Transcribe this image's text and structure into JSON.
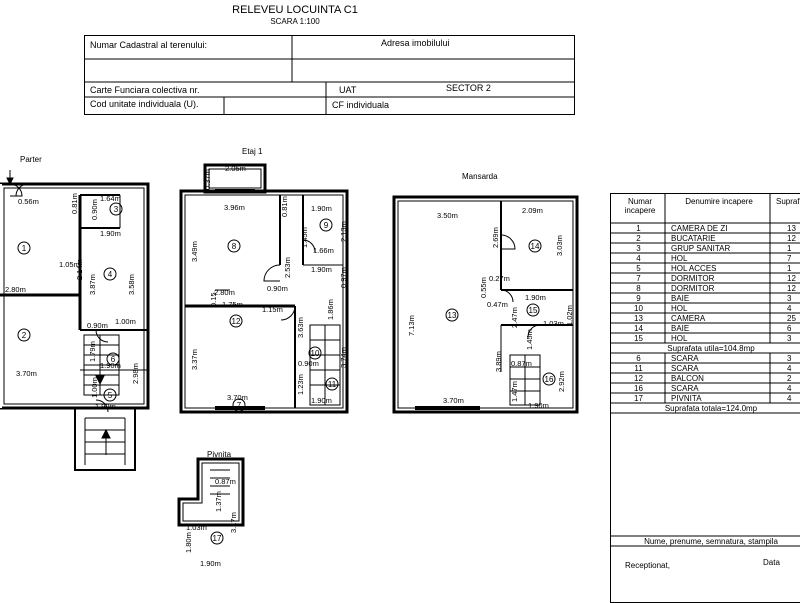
{
  "header": {
    "title": "RELEVEU LOCUINTA C1",
    "scale": "SCARA 1:100",
    "cadastral_label": "Numar Cadastral al terenului:",
    "address_label": "Adresa imobilului",
    "carte_funciara_label": "Carte Funciara colectiva nr.",
    "uat_label": "UAT",
    "sector": "SECTOR 2",
    "unit_code_label": "Cod unitate individuala (U).",
    "cf_label": "CF individuala"
  },
  "floors": {
    "parter": "Parter",
    "etaj": "Etaj  1",
    "mansarda": "Mansarda",
    "pivnita": "Pivnita"
  },
  "dims": {
    "p_056": "0.56m",
    "p_081": "0.81m",
    "p_090": "0.90m",
    "p_164": "1.64m",
    "p_190a": "1.90m",
    "p_214": "2.14m",
    "p_387": "3.87m",
    "p_358": "3.58m",
    "p_105": "1.05m",
    "p_280": "2.80m",
    "p_090b": "0.90m",
    "p_100": "1.00m",
    "p_179": "1.79m",
    "p_298": "2.98m",
    "p_370": "3.70m",
    "p_190b": "1.90m",
    "p_100b": "1.00m",
    "p_190c": "1.90m",
    "e_205": "2.05m",
    "e_037": "0.37m",
    "e_396": "3.96m",
    "e_081": "0.81m",
    "e_190a": "1.90m",
    "e_213": "2.13m",
    "e_349": "3.49m",
    "e_145": "1.45m",
    "e_253": "2.53m",
    "e_166": "1.66m",
    "e_190b": "1.90m",
    "e_097": "0.97m",
    "e_280": "2.80m",
    "e_090": "0.90m",
    "e_015": "0.15",
    "e_175": "1.75m",
    "e_115": "1.15m",
    "e_363": "3.63m",
    "e_186": "1.86m",
    "e_337": "3.37m",
    "e_090b": "0.90m",
    "e_374": "3.74m",
    "e_123": "1.23m",
    "e_370": "3.70m",
    "e_190c": "1.90m",
    "m_350": "3.50m",
    "m_209": "2.09m",
    "m_269": "2.69m",
    "m_303": "3.03m",
    "m_713": "7.13m",
    "m_055": "0.55m",
    "m_027": "0.27m",
    "m_047": "0.47m",
    "m_190": "1.90m",
    "m_247": "2.47m",
    "m_087": "0.87m",
    "m_102": "1.02m",
    "m_145": "1.45m",
    "m_389": "3.89m",
    "m_147": "1.47m",
    "m_292": "2.92m",
    "m_103": "1.03m",
    "m_370": "3.70m",
    "m_190b": "1.90m",
    "v_087": "0.87m",
    "v_137": "1.37m",
    "v_103": "1.03m",
    "v_317": "3.17m",
    "v_180": "1.80m",
    "v_190": "1.90m"
  },
  "rooms": {
    "r1": "1",
    "r2": "2",
    "r3": "3",
    "r4": "4",
    "r5": "5",
    "r6": "6",
    "r7": "7",
    "r8": "8",
    "r9": "9",
    "r10": "10",
    "r11": "11",
    "r12": "12",
    "r13": "13",
    "r14": "14",
    "r15": "15",
    "r16": "16",
    "r17": "17"
  },
  "table": {
    "col_nr": "Numar incapere",
    "col_name": "Denumire incapere",
    "col_area": "Supraf [m",
    "rows": [
      {
        "nr": "1",
        "name": "CAMERA DE ZI",
        "area": "13"
      },
      {
        "nr": "2",
        "name": "BUCATARIE",
        "area": "12"
      },
      {
        "nr": "3",
        "name": "GRUP SANITAR",
        "area": "1"
      },
      {
        "nr": "4",
        "name": "HOL",
        "area": "7"
      },
      {
        "nr": "5",
        "name": "HOL ACCES",
        "area": "1"
      },
      {
        "nr": "7",
        "name": "DORMITOR",
        "area": "12"
      },
      {
        "nr": "8",
        "name": "DORMITOR",
        "area": "12"
      },
      {
        "nr": "9",
        "name": "BAIE",
        "area": "3"
      },
      {
        "nr": "10",
        "name": "HOL",
        "area": "4"
      },
      {
        "nr": "13",
        "name": "CAMERA",
        "area": "25"
      },
      {
        "nr": "14",
        "name": "BAIE",
        "area": "6"
      },
      {
        "nr": "15",
        "name": "HOL",
        "area": "3"
      }
    ],
    "useful_total": "Suprafata utila=104.8mp",
    "rows2": [
      {
        "nr": "6",
        "name": "SCARA",
        "area": "3"
      },
      {
        "nr": "11",
        "name": "SCARA",
        "area": "4"
      },
      {
        "nr": "12",
        "name": "BALCON",
        "area": "2"
      },
      {
        "nr": "16",
        "name": "SCARA",
        "area": "4"
      },
      {
        "nr": "17",
        "name": "PIVNITA",
        "area": "4"
      }
    ],
    "grand_total": "Suprafata totala=124.0mp",
    "signature_label": "Nume, prenume, semnatura, stampila",
    "receptionat": "Receptionat,",
    "data_label": "Data"
  }
}
